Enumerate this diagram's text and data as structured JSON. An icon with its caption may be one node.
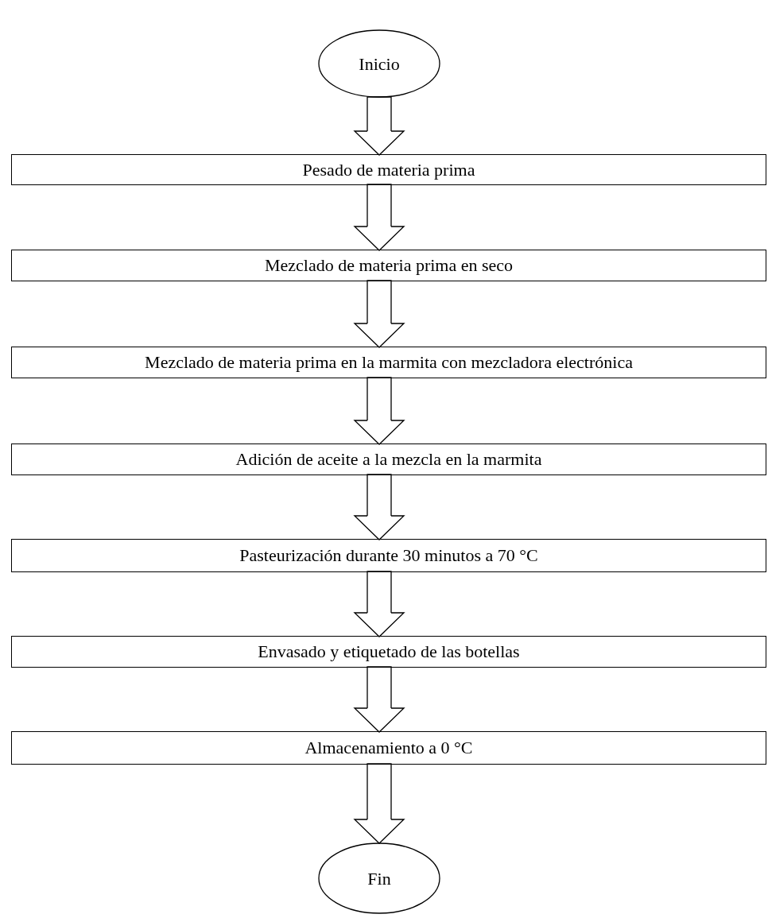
{
  "diagram": {
    "nodes": [
      {
        "text": [
          "Inicio"
        ]
      },
      {
        "text": [
          "Pesado de materia prima"
        ]
      },
      {
        "text": [
          "Mezclado de materia prima en seco"
        ]
      },
      {
        "text": [
          "Mezclado de materia prima en la marmita con mezcladora electrónica"
        ]
      },
      {
        "text": [
          "Adición de aceite a la mezcla en la marmita"
        ]
      },
      {
        "text": [
          "Pasteurización durante 30 minutos a 70 °C"
        ]
      },
      {
        "text": [
          "Envasado y etiquetado de las botellas"
        ]
      },
      {
        "text": [
          "Almacenamiento a 0 °C"
        ]
      },
      {
        "text": [
          "Fin"
        ]
      }
    ],
    "edges": [
      {
        "from": 0,
        "to": 1,
        "arrow": "to"
      },
      {
        "from": 1,
        "to": 2,
        "arrow": "to"
      },
      {
        "from": 2,
        "to": 3,
        "arrow": "to"
      },
      {
        "from": 3,
        "to": 4,
        "arrow": "to"
      },
      {
        "from": 4,
        "to": 5,
        "arrow": "to"
      },
      {
        "from": 5,
        "to": 6,
        "arrow": "to"
      },
      {
        "from": 6,
        "to": 7,
        "arrow": "to"
      },
      {
        "from": 7,
        "to": 8,
        "arrow": "to"
      }
    ]
  }
}
